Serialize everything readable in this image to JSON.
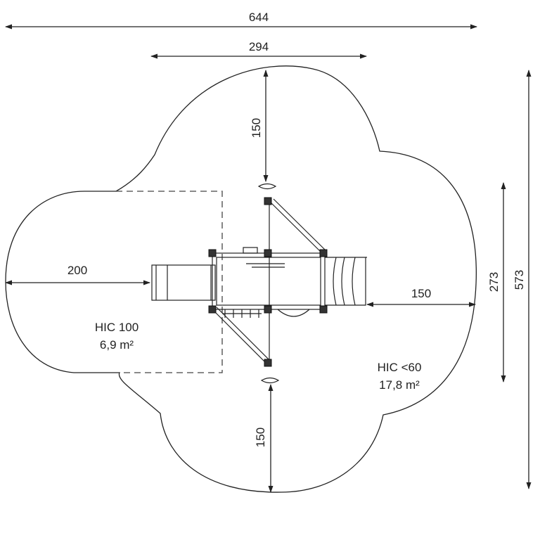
{
  "dimensions": {
    "total_width": "644",
    "top_width": "294",
    "top_depth": "150",
    "left_depth": "200",
    "right_depth": "150",
    "bottom_depth": "150",
    "inner_height": "273",
    "total_height": "573"
  },
  "zones": {
    "hic_100": {
      "title": "HIC 100",
      "area": "6,9 m²"
    },
    "hic_60": {
      "title": "HIC <60",
      "area": "17,8 m²"
    }
  }
}
